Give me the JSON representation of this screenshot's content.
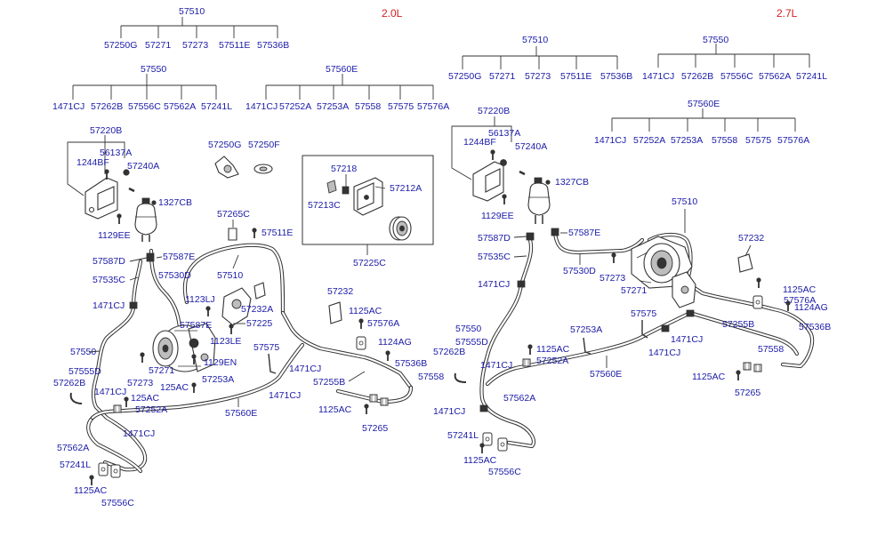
{
  "colors": {
    "label": "#1a1aa8",
    "engine": "#d42020",
    "line": "#333333",
    "paper": "#ffffff"
  },
  "engines": {
    "left": "2.0L",
    "right": "2.7L"
  },
  "labels": {
    "l_57510": "57510",
    "l_57250G": "57250G",
    "l_57271": "57271",
    "l_57273": "57273",
    "l_57511E": "57511E",
    "l_57536B": "57536B",
    "l_57550": "57550",
    "l_1471CJ": "1471CJ",
    "l_57262B": "57262B",
    "l_57556C": "57556C",
    "l_57562A": "57562A",
    "l_57241L": "57241L",
    "l_57560E": "57560E",
    "l_57252A": "57252A",
    "l_57253A": "57253A",
    "l_57558": "57558",
    "l_57575": "57575",
    "l_57576A": "57576A",
    "l_57220B": "57220B",
    "l_56137A": "56137A",
    "l_1244BF": "1244BF",
    "l_57240A": "57240A",
    "l_1327CB": "1327CB",
    "l_1129EE": "1129EE",
    "l_57250F": "57250F",
    "l_57218": "57218",
    "l_57213C": "57213C",
    "l_57212A": "57212A",
    "l_57225C": "57225C",
    "l_57265C": "57265C",
    "l_57587D": "57587D",
    "l_57587E": "57587E",
    "l_57535C": "57535C",
    "l_57530D": "57530D",
    "l_1123LJ": "1123LJ",
    "l_57232A": "57232A",
    "l_57225": "57225",
    "l_1123LE": "1123LE",
    "l_1129EN": "1129EN",
    "l_57555D": "57555D",
    "l_125AC": "125AC",
    "l_57232": "57232",
    "l_1125AC": "1125AC",
    "l_1124AG": "1124AG",
    "l_57255B": "57255B",
    "l_57265": "57265"
  }
}
